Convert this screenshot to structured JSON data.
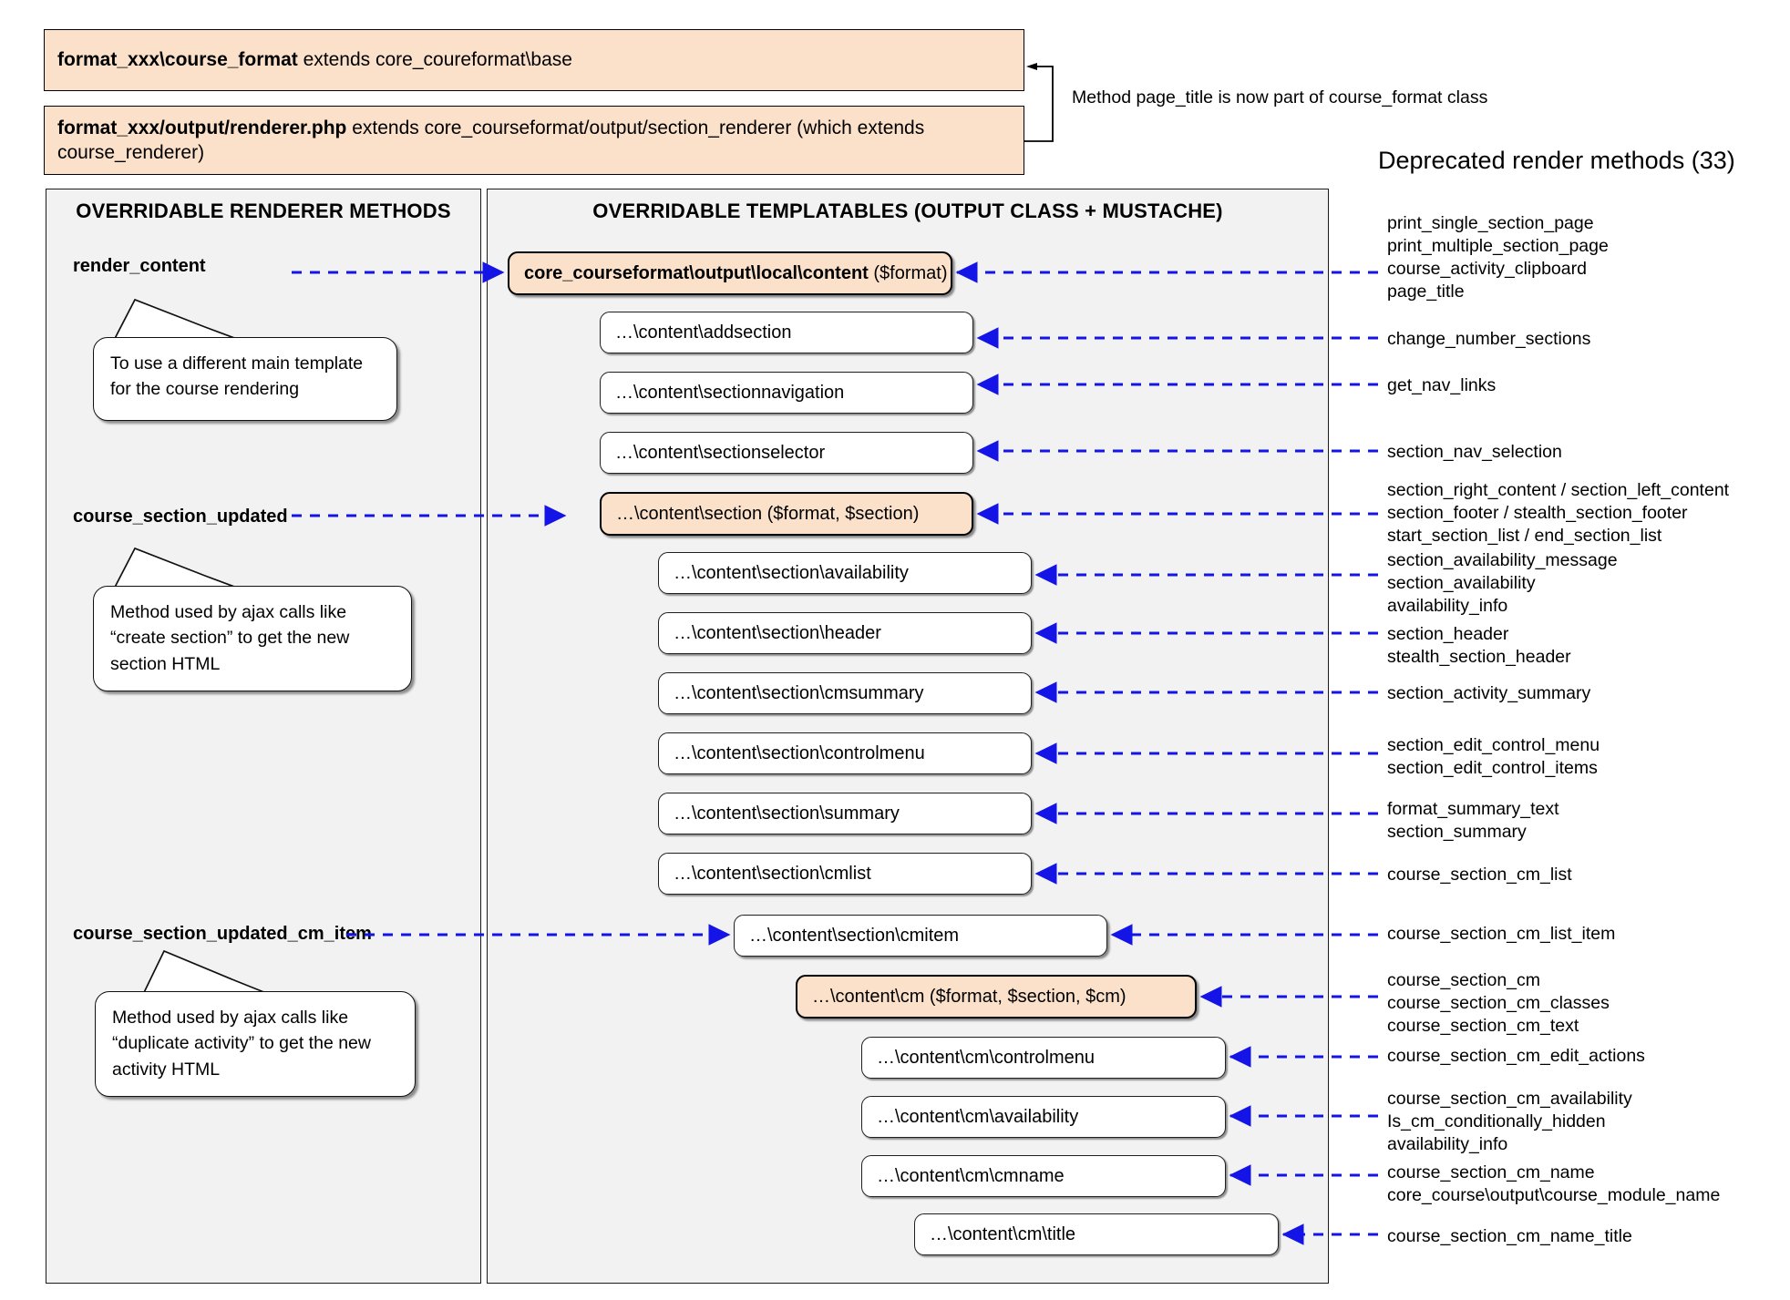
{
  "header": {
    "class_box_1_bold": "format_xxx\\course_format",
    "class_box_1_rest": " extends core_coureformat\\base",
    "class_box_2_bold": "format_xxx/output/renderer.php",
    "class_box_2_rest": " extends core_courseformat/output/section_renderer (which extends course_renderer)",
    "note": "Method page_title is now part of course_format class",
    "deprecated_title": "Deprecated render methods (33)"
  },
  "left_panel": {
    "title": "OVERRIDABLE RENDERER METHODS",
    "methods": [
      {
        "label": "render_content",
        "callout": "To use a different main template for the course rendering"
      },
      {
        "label": "course_section_updated",
        "callout": "Method used by ajax calls like “create section” to get the new section HTML"
      },
      {
        "label": "course_section_updated_cm_item",
        "callout": "Method used by ajax calls like “duplicate activity” to get the new activity HTML"
      }
    ]
  },
  "center_panel": {
    "title": "OVERRIDABLE TEMPLATABLES (OUTPUT CLASS + MUSTACHE)",
    "boxes": [
      {
        "bold": "core_courseformat\\output\\local\\content",
        "rest": " ($format)",
        "highlight": true
      },
      {
        "bold": "",
        "rest": "…\\content\\addsection",
        "highlight": false
      },
      {
        "bold": "",
        "rest": "…\\content\\sectionnavigation",
        "highlight": false
      },
      {
        "bold": "",
        "rest": "…\\content\\sectionselector",
        "highlight": false
      },
      {
        "bold": "",
        "rest": "…\\content\\section ($format, $section)",
        "highlight": true
      },
      {
        "bold": "",
        "rest": "…\\content\\section\\availability",
        "highlight": false
      },
      {
        "bold": "",
        "rest": "…\\content\\section\\header",
        "highlight": false
      },
      {
        "bold": "",
        "rest": "…\\content\\section\\cmsummary",
        "highlight": false
      },
      {
        "bold": "",
        "rest": "…\\content\\section\\controlmenu",
        "highlight": false
      },
      {
        "bold": "",
        "rest": "…\\content\\section\\summary",
        "highlight": false
      },
      {
        "bold": "",
        "rest": "…\\content\\section\\cmlist",
        "highlight": false
      },
      {
        "bold": "",
        "rest": "…\\content\\section\\cmitem",
        "highlight": false
      },
      {
        "bold": "",
        "rest": "…\\content\\cm ($format, $section, $cm)",
        "highlight": true
      },
      {
        "bold": "",
        "rest": "…\\content\\cm\\controlmenu",
        "highlight": false
      },
      {
        "bold": "",
        "rest": "…\\content\\cm\\availability",
        "highlight": false
      },
      {
        "bold": "",
        "rest": "…\\content\\cm\\cmname",
        "highlight": false
      },
      {
        "bold": "",
        "rest": "…\\content\\cm\\title",
        "highlight": false
      }
    ]
  },
  "deprecated_groups": [
    {
      "lines": [
        "print_single_section_page",
        "print_multiple_section_page",
        "course_activity_clipboard",
        "page_title"
      ]
    },
    {
      "lines": [
        "change_number_sections"
      ]
    },
    {
      "lines": [
        "get_nav_links"
      ]
    },
    {
      "lines": [
        "section_nav_selection"
      ]
    },
    {
      "lines": [
        "section_right_content / section_left_content",
        "section_footer / stealth_section_footer",
        "start_section_list / end_section_list"
      ]
    },
    {
      "lines": [
        "section_availability_message",
        "section_availability",
        "availability_info"
      ]
    },
    {
      "lines": [
        "section_header",
        "stealth_section_header"
      ]
    },
    {
      "lines": [
        "section_activity_summary"
      ]
    },
    {
      "lines": [
        "section_edit_control_menu",
        "section_edit_control_items"
      ]
    },
    {
      "lines": [
        "format_summary_text",
        "section_summary"
      ]
    },
    {
      "lines": [
        "course_section_cm_list"
      ]
    },
    {
      "lines": [
        "course_section_cm_list_item"
      ]
    },
    {
      "lines": [
        "course_section_cm",
        "course_section_cm_classes",
        "course_section_cm_text"
      ]
    },
    {
      "lines": [
        "course_section_cm_edit_actions"
      ]
    },
    {
      "lines": [
        "course_section_cm_availability",
        "Is_cm_conditionally_hidden",
        "availability_info"
      ]
    },
    {
      "lines": [
        "course_section_cm_name",
        "core_course\\output\\course_module_name"
      ]
    },
    {
      "lines": [
        "course_section_cm_name_title"
      ]
    }
  ],
  "colors": {
    "highlight": "#fbe0ca",
    "panel": "#f2f2f2",
    "arrow": "#1414e6"
  }
}
